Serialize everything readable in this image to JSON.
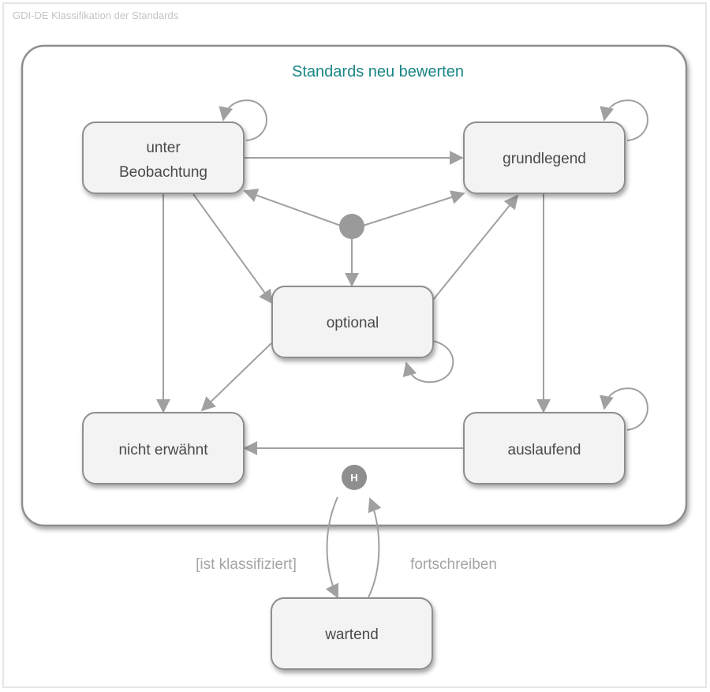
{
  "frame": {
    "title": "GDI-DE Klassifikation der Standards"
  },
  "composite": {
    "title": "Standards neu bewerten"
  },
  "colors": {
    "title_accent": "#1a8585",
    "edge": "#a0a0a0",
    "state_fill": "#f3f3f3",
    "state_border": "#8e8e8e"
  },
  "states": {
    "unter_beobachtung": {
      "line1": "unter",
      "line2": "Beobachtung"
    },
    "grundlegend": {
      "label": "grundlegend"
    },
    "optional": {
      "label": "optional"
    },
    "nicht_erwaehnt": {
      "label": "nicht erwähnt"
    },
    "auslaufend": {
      "label": "auslaufend"
    },
    "wartend": {
      "label": "wartend"
    }
  },
  "history": {
    "label": "H"
  },
  "transitions": {
    "to_wartend": {
      "label": "[ist klassifiziert]"
    },
    "from_wartend": {
      "label": "fortschreiben"
    }
  }
}
